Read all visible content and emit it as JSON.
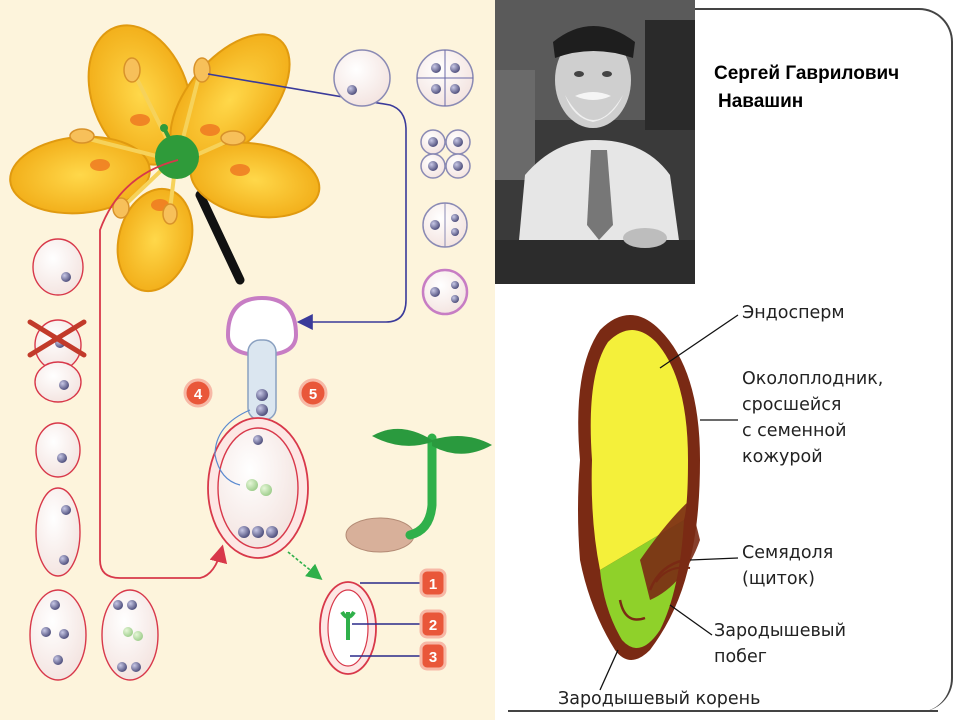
{
  "person": {
    "name_line1": "Сергей Гаврилович",
    "name_line2": "Навашин"
  },
  "seed_labels": {
    "endosperm": "Эндосперм",
    "pericarp": [
      "Околоплодник,",
      "сросшейся",
      "с семенной",
      "кожурой"
    ],
    "cotyledon": [
      "Семядоля",
      "(щиток)"
    ],
    "shoot": [
      "Зародышевый",
      "побег"
    ],
    "root": "Зародышевый корень"
  },
  "flower_diagram": {
    "markers": [
      "4",
      "5"
    ],
    "numbers": [
      "1",
      "2",
      "3"
    ]
  },
  "colors": {
    "petal": "#f5b820",
    "pistil": "#2f9b3a",
    "pollen_ring": "#c77dc4",
    "arrow_blue": "#3a3a9a",
    "arrow_red": "#d8384a",
    "badge": "#e9573a",
    "endosperm": "#f4f03a",
    "embryo": "#8fd12a",
    "coat": "#7a2a14"
  }
}
